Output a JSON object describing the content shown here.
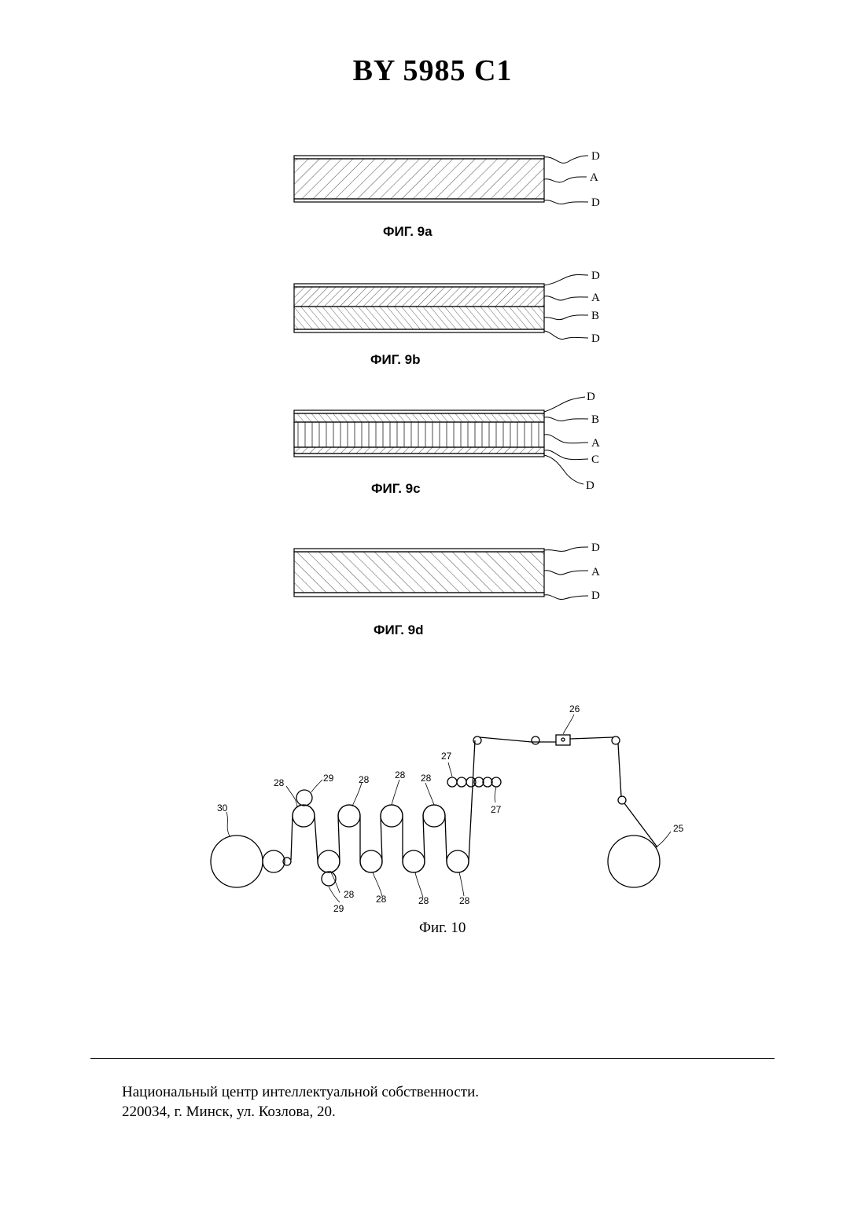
{
  "header": {
    "doc_number": "BY  5985  C1"
  },
  "figures": {
    "fig9a": {
      "caption": "ФИГ. 9a",
      "labels": [
        "D",
        "A",
        "D"
      ]
    },
    "fig9b": {
      "caption": "ФИГ. 9b",
      "labels": [
        "D",
        "A",
        "B",
        "D"
      ]
    },
    "fig9c": {
      "caption": "ФИГ. 9c",
      "labels": [
        "D",
        "B",
        "A",
        "C",
        "D"
      ]
    },
    "fig9d": {
      "caption": "ФИГ. 9d",
      "labels": [
        "D",
        "A",
        "D"
      ]
    },
    "fig10": {
      "caption": "Фиг. 10",
      "refs": {
        "r30": "30",
        "r29a": "29",
        "r28a": "28",
        "r28b": "28",
        "r28c": "28",
        "r28d": "28",
        "r27a": "27",
        "r27b": "27",
        "r26": "26",
        "r25": "25",
        "r28e": "28",
        "r29b": "29",
        "r28f": "28",
        "r28g": "28",
        "r28h": "28"
      }
    }
  },
  "footer": {
    "line1": "Национальный центр интеллектуальной собственности.",
    "line2": "220034, г. Минск, ул. Козлова, 20."
  }
}
